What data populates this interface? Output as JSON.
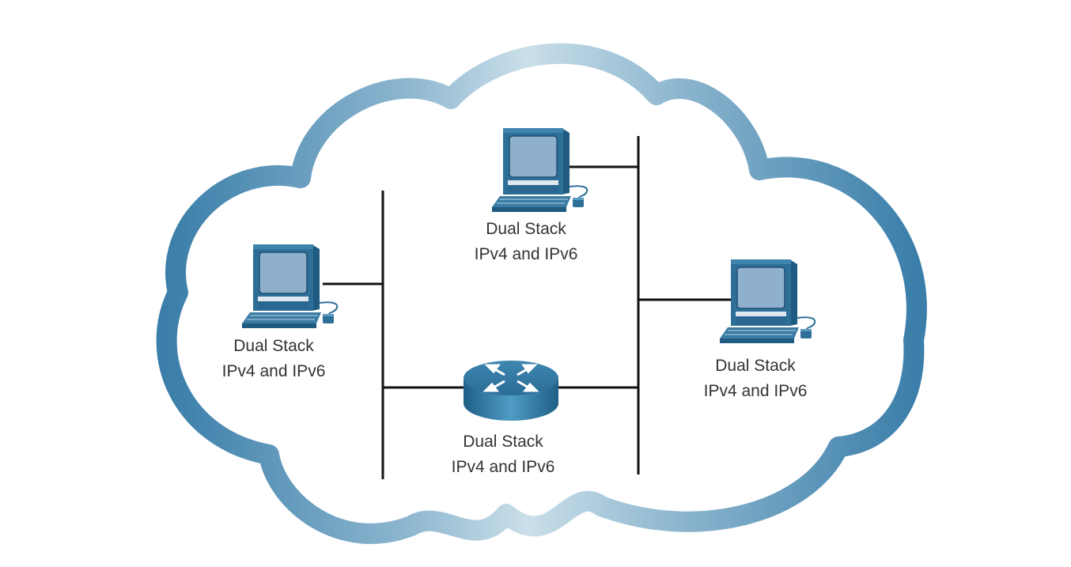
{
  "colors": {
    "cloud_outer": "#3b7fab",
    "cloud_light": "#c6dbe7",
    "device_blue": "#2e6f98",
    "screen": "#8fb0cc",
    "link": "#111111",
    "text": "#333333"
  },
  "devices": [
    {
      "id": "pc-left",
      "icon": "desktop-computer-icon",
      "label_line1": "Dual Stack",
      "label_line2": "IPv4 and IPv6"
    },
    {
      "id": "pc-top",
      "icon": "desktop-computer-icon",
      "label_line1": "Dual Stack",
      "label_line2": "IPv4 and IPv6"
    },
    {
      "id": "pc-right",
      "icon": "desktop-computer-icon",
      "label_line1": "Dual Stack",
      "label_line2": "IPv4 and IPv6"
    },
    {
      "id": "router",
      "icon": "router-icon",
      "label_line1": "Dual Stack",
      "label_line2": "IPv4 and IPv6"
    }
  ]
}
